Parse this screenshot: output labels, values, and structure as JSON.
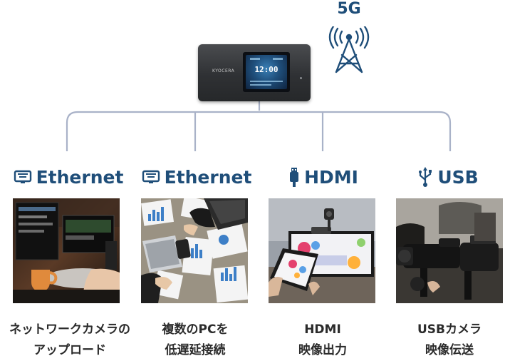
{
  "router": {
    "brand": "KYOCERA",
    "clock": "12:00"
  },
  "network": {
    "label": "5G"
  },
  "columns": [
    {
      "id": "ethernet-1",
      "title": "Ethernet",
      "icon": "ethernet-port-icon",
      "caption_lines": [
        "ネットワークカメラの",
        "アップロード"
      ]
    },
    {
      "id": "ethernet-2",
      "title": "Ethernet",
      "icon": "ethernet-port-icon",
      "caption_lines": [
        "複数のPCを",
        "低遅延接続"
      ]
    },
    {
      "id": "hdmi",
      "title": "HDMI",
      "icon": "hdmi-connector-icon",
      "caption_lines": [
        "HDMI",
        "映像出力"
      ]
    },
    {
      "id": "usb",
      "title": "USB",
      "icon": "usb-icon",
      "caption_lines": [
        "USBカメラ",
        "映像伝送"
      ]
    }
  ],
  "colors": {
    "accent": "#1f4e79",
    "line": "#a9b2c8",
    "text": "#2b2b2b"
  }
}
